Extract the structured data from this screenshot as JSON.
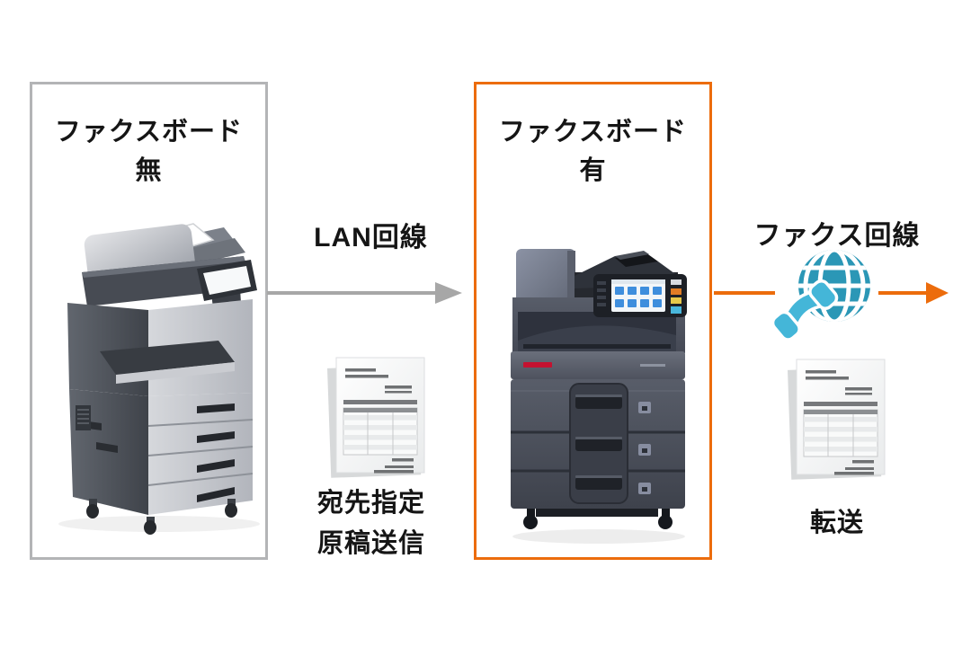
{
  "colors": {
    "accent_orange": "#ec6c0c",
    "gray_border": "#b3b4b6",
    "arrow_gray": "#a7a7a7",
    "text_color": "#151515",
    "globe_teal": "#2b97b6",
    "phone_teal": "#44b6d8"
  },
  "left_box": {
    "title_line1": "ファクスボード",
    "title_line2": "無",
    "icon": "mfp-printer-gray-icon"
  },
  "middle_box": {
    "title_line1": "ファクスボード",
    "title_line2": "有",
    "icon": "mfp-printer-dark-icon"
  },
  "lan_connection": {
    "label": "LAN回線",
    "icon": "arrow-right-gray"
  },
  "fax_connection": {
    "label": "ファクス回線",
    "icon": "globe-phone-icon",
    "arrow_icon": "arrow-right-orange"
  },
  "send_document": {
    "icon": "invoice-document-icon",
    "caption_line1": "宛先指定",
    "caption_line2": "原稿送信"
  },
  "forward_document": {
    "icon": "invoice-document-icon",
    "caption": "転送"
  }
}
